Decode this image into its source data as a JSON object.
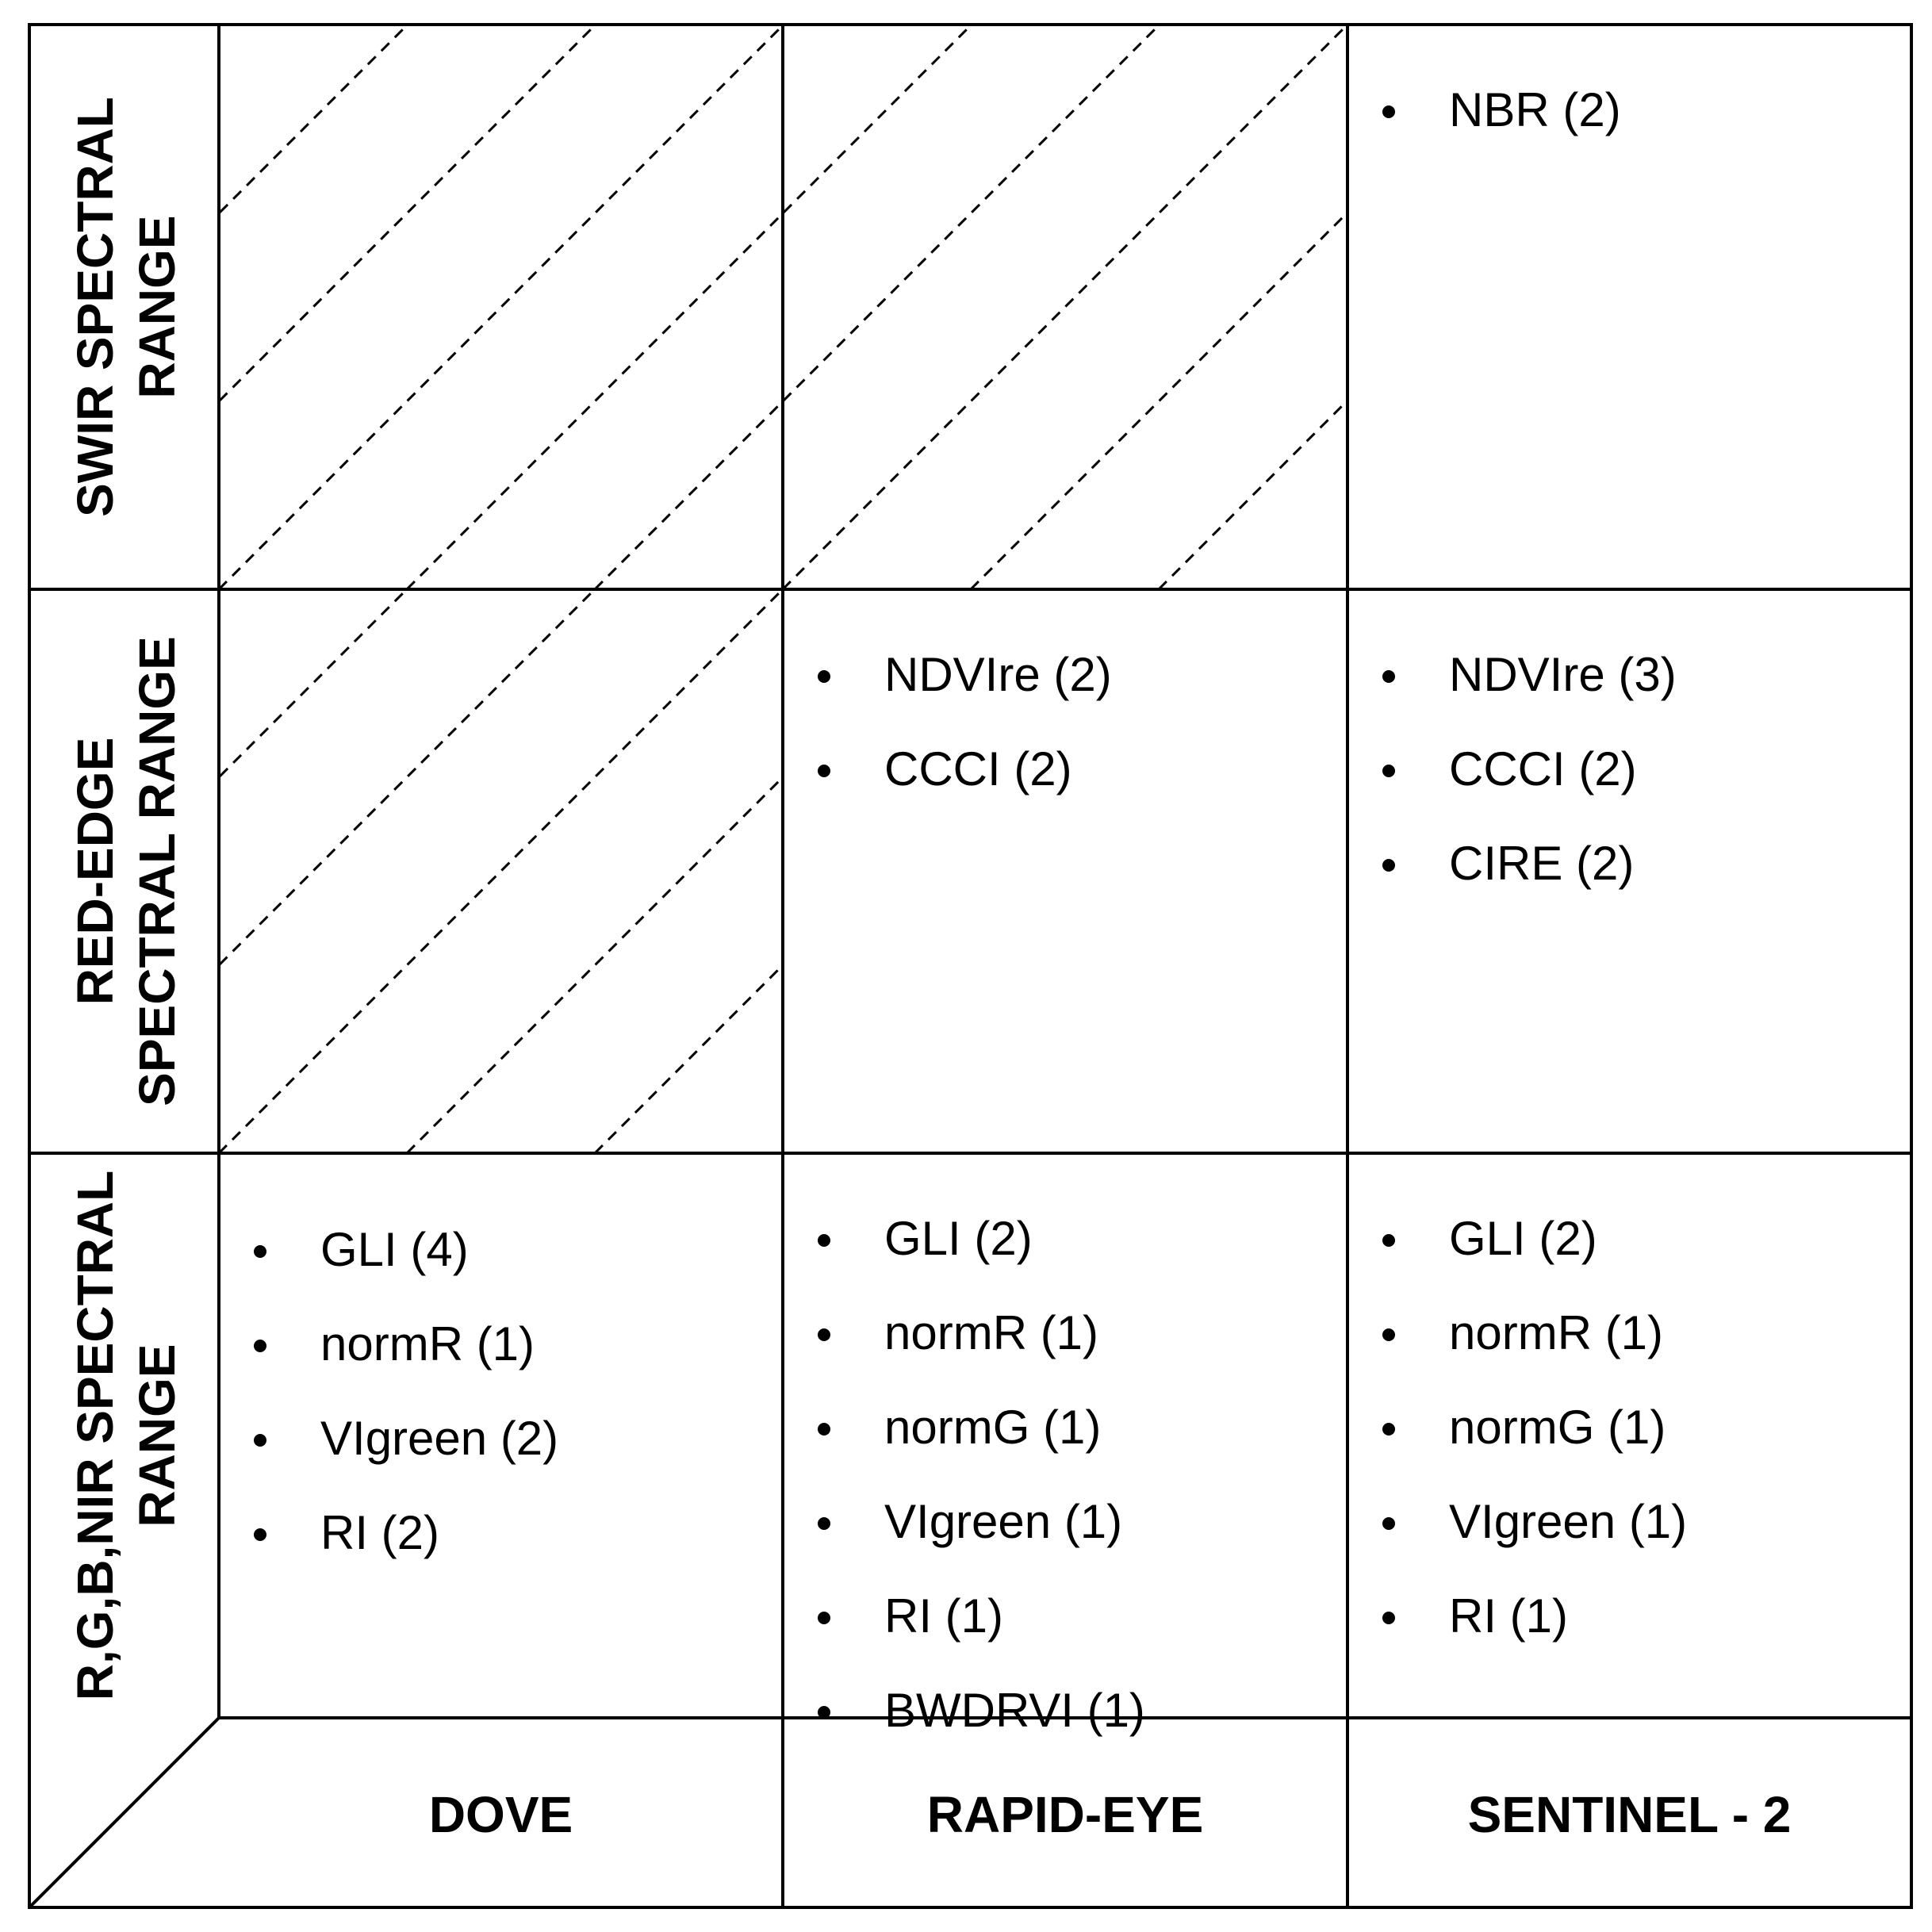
{
  "columns": [
    "DOVE",
    "RAPID-EYE",
    "SENTINEL - 2"
  ],
  "rows": [
    {
      "label_lines": [
        "SWIR SPECTRAL",
        "RANGE"
      ]
    },
    {
      "label_lines": [
        "RED-EDGE",
        "SPECTRAL RANGE"
      ]
    },
    {
      "label_lines": [
        "R,G,B,NIR SPECTRAL",
        "RANGE"
      ]
    }
  ],
  "cells": [
    [
      {
        "hatched": true,
        "items": []
      },
      {
        "hatched": true,
        "items": []
      },
      {
        "hatched": false,
        "items": [
          "NBR (2)"
        ]
      }
    ],
    [
      {
        "hatched": true,
        "items": []
      },
      {
        "hatched": false,
        "items": [
          "NDVIre (2)",
          "CCCI (2)"
        ]
      },
      {
        "hatched": false,
        "items": [
          "NDVIre (3)",
          "CCCI (2)",
          "CIRE (2)"
        ]
      }
    ],
    [
      {
        "hatched": false,
        "items": [
          "GLI (4)",
          "normR (1)",
          "VIgreen (2)",
          "RI (2)"
        ]
      },
      {
        "hatched": false,
        "items": [
          "GLI (2)",
          "normR (1)",
          "normG (1)",
          "VIgreen (1)",
          "RI (1)",
          "BWDRVI (1)"
        ]
      },
      {
        "hatched": false,
        "items": [
          "GLI (2)",
          "normR (1)",
          "normG (1)",
          "VIgreen (1)",
          "RI (1)"
        ]
      }
    ]
  ]
}
